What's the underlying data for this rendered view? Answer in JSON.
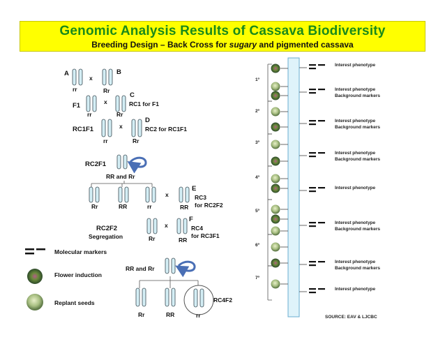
{
  "header": {
    "title": "Genomic Analysis Results of Cassava Biodiversity",
    "subtitle_prefix": "Breeding Design – Back Cross for ",
    "subtitle_emph": "sugary",
    "subtitle_suffix": " and pigmented cassava"
  },
  "scheme": {
    "parent_a": "A",
    "parent_b": "B",
    "parent_c": "C",
    "parent_d": "D",
    "parent_e": "E",
    "parent_f": "F",
    "cross": "x",
    "gen_a": "rr",
    "gen_b": "Rr",
    "f1": "F1",
    "f1_gen": "rr",
    "c_gen": "Rr",
    "rc1_label": "RC1 for F1",
    "rc1f1": "RC1F1",
    "rc1f1_gen": "rr",
    "d_gen": "Rr",
    "rc2_label": "RC2 for RC1F1",
    "rc2f1": "RC2F1",
    "rr_and_rr": "RR and Rr",
    "seg1_a": "Rr",
    "seg1_b": "RR",
    "seg1_c": "rr",
    "e_gen": "RR",
    "rc3_line1": "RC3",
    "rc3_line2": "for RC2F2",
    "rc2f2_line1": "RC2F2",
    "rc2f2_line2": "Segregation",
    "pair_left_gen": "Rr",
    "f_gen": "RR",
    "rc4_line1": "RC4",
    "rc4_line2": "for RC3F1",
    "rr_and_rr2": "RR and Rr",
    "seg2_a": "Rr",
    "seg2_b": "RR",
    "seg2_c": "rr",
    "rc4f2": "RC4F2"
  },
  "legend": {
    "markers": "Molecular markers",
    "flower": "Flower induction",
    "seeds": "Replant seeds"
  },
  "timeline": {
    "years": [
      "1º",
      "2º",
      "3º",
      "4º",
      "5º",
      "6º",
      "7º"
    ],
    "interest": "Interest phenotype",
    "background": "Background markers",
    "source": "SOURCE: EAV & LJCBC"
  },
  "colors": {
    "title_green": "#1a8a1a",
    "banner_yellow": "#ffff00",
    "chromosome": "#d4eef5",
    "chromosome_edge": "#3a4a52",
    "arrow_blue": "#4a6fb5"
  }
}
